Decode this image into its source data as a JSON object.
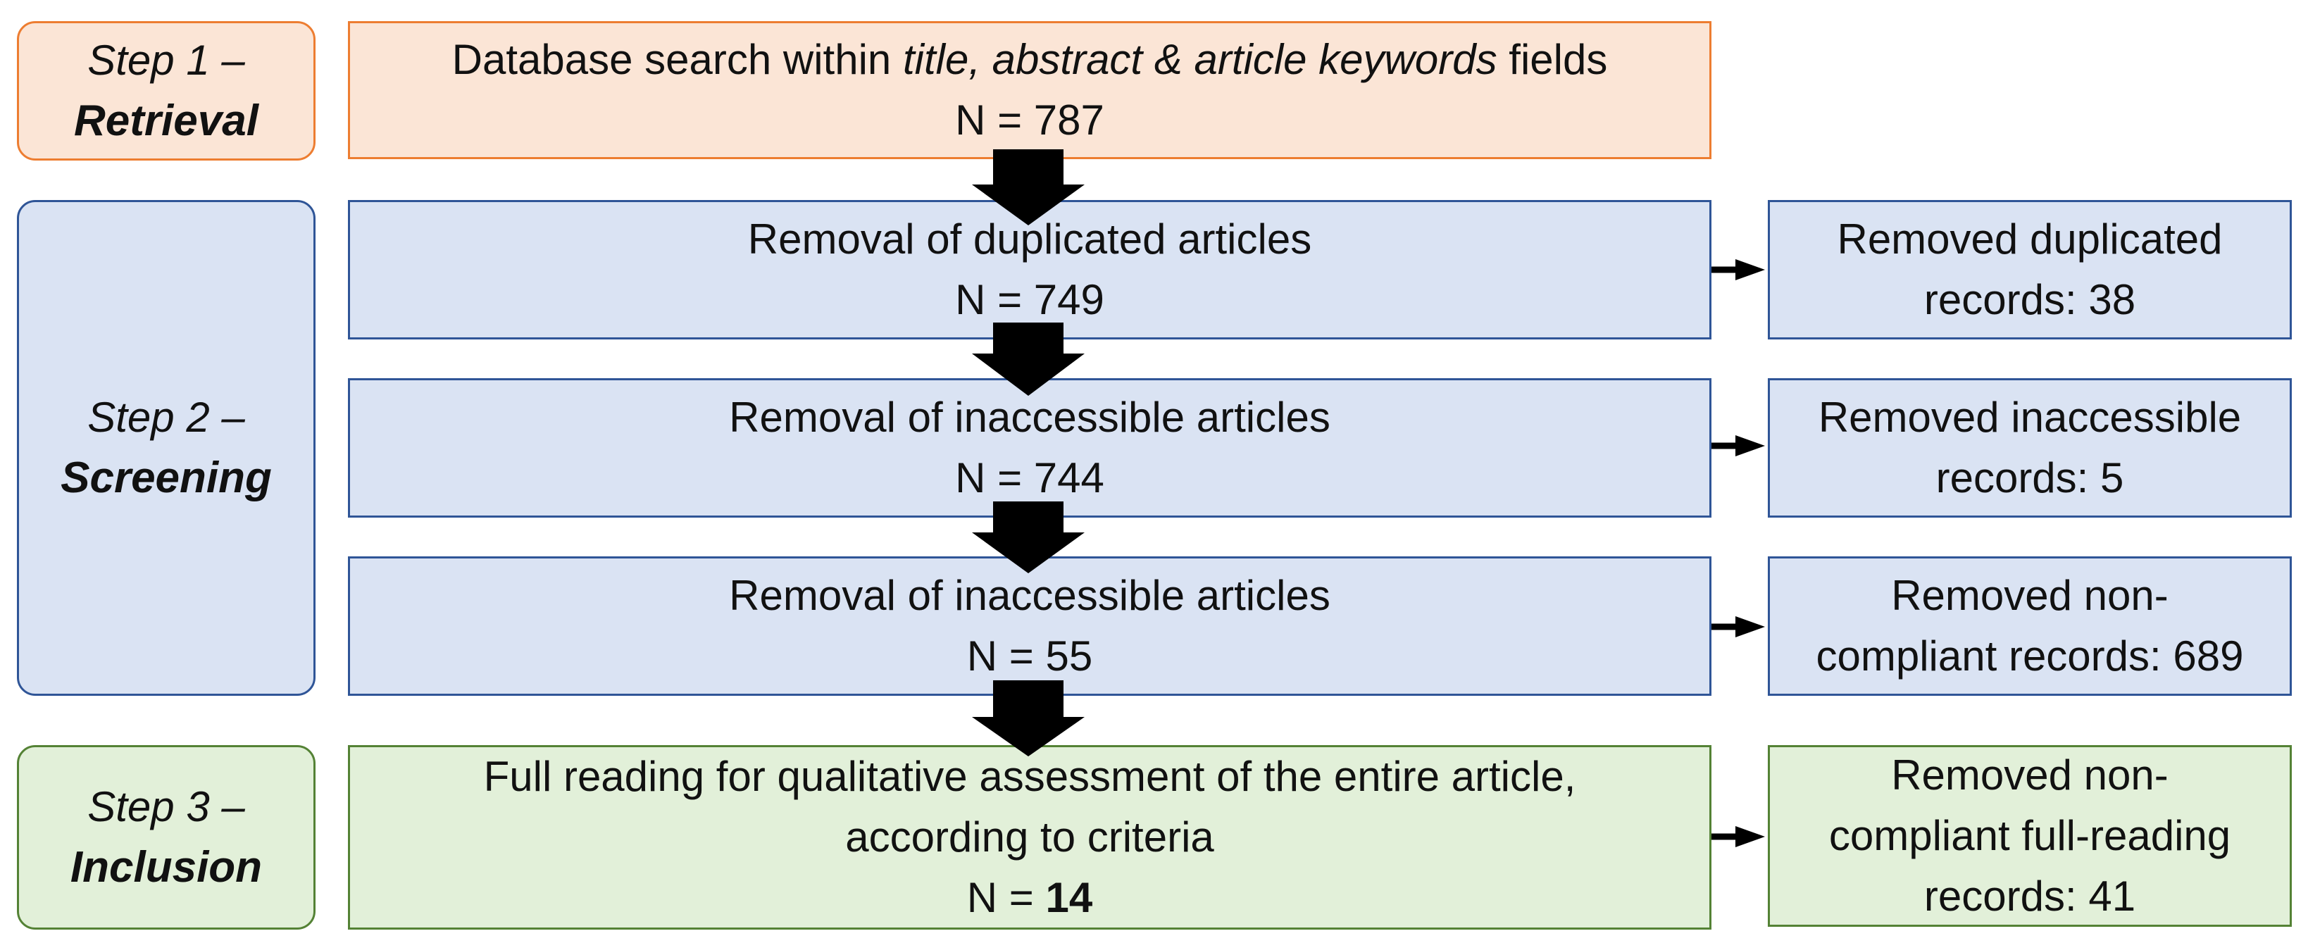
{
  "stages": [
    {
      "step": "Step 1 –",
      "name": "Retrieval",
      "color": "#ed7d31"
    },
    {
      "step": "Step 2 –",
      "name": "Screening",
      "color": "#2f5597"
    },
    {
      "step": "Step 3 –",
      "name": "Inclusion",
      "color": "#548235"
    }
  ],
  "retrieval": {
    "text_pre": "Database search within ",
    "text_italic": "title, abstract & article keywords",
    "text_post": " fields",
    "count": "N = 787"
  },
  "screening": [
    {
      "text": "Removal of duplicated articles",
      "count": "N = 749",
      "removed_line1": "Removed duplicated",
      "removed_line2": "records: 38"
    },
    {
      "text": "Removal of inaccessible articles",
      "count": "N = 744",
      "removed_line1": "Removed inaccessible",
      "removed_line2": "records: 5"
    },
    {
      "text": "Removal of inaccessible articles",
      "count": "N = 55",
      "removed_line1": "Removed non-",
      "removed_line2": "compliant records: 689"
    }
  ],
  "inclusion": {
    "text_line1": "Full reading for qualitative assessment of the entire article,",
    "text_line2": "according to criteria",
    "count_prefix": "N = ",
    "count_value": "14",
    "removed_line1": "Removed non-",
    "removed_line2": "compliant full-reading",
    "removed_line3": "records: 41"
  }
}
